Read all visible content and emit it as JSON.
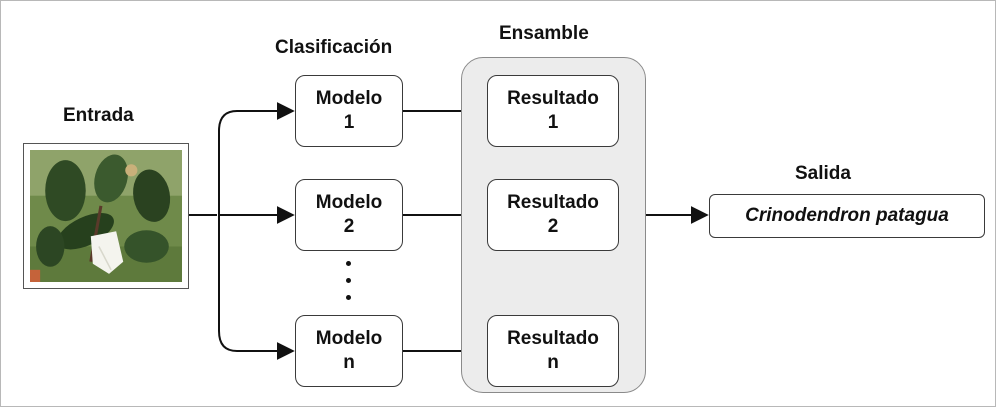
{
  "labels": {
    "input": "Entrada",
    "classification": "Clasificación",
    "ensemble": "Ensamble",
    "output": "Salida"
  },
  "models": [
    {
      "line1": "Modelo",
      "line2": "1"
    },
    {
      "line1": "Modelo",
      "line2": "2"
    },
    {
      "line1": "Modelo",
      "line2": "n"
    }
  ],
  "results": [
    {
      "line1": "Resultado",
      "line2": "1"
    },
    {
      "line1": "Resultado",
      "line2": "2"
    },
    {
      "line1": "Resultado",
      "line2": "n"
    }
  ],
  "output_value": "Crinodendron patagua",
  "input_image": "plant-photo-crinodendron-leaves-white-flower",
  "colors": {
    "stroke": "#111111",
    "ensemble_fill": "#ececec",
    "leaf_dark": "#2f4a24",
    "flower": "#f4f4ee"
  }
}
